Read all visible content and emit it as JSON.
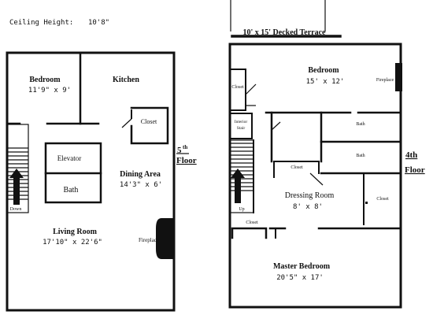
{
  "ceiling": {
    "label": "Ceiling Height:",
    "value": "10'8\""
  },
  "fifth_floor": {
    "floor_label_sup": "th",
    "floor_label_num": "5",
    "floor_label_word": "Floor",
    "rooms": {
      "bedroom": {
        "name": "Bedroom",
        "dims": "11'9\" x 9'"
      },
      "kitchen": {
        "name": "Kitchen"
      },
      "closet": {
        "name": "Closet"
      },
      "elevator": {
        "name": "Elevator"
      },
      "bath": {
        "name": "Bath"
      },
      "dining": {
        "name": "Dining Area",
        "dims": "14'3\" x 6'"
      },
      "living": {
        "name": "Living Room",
        "dims": "17'10\" x 22'6\""
      },
      "fireplace": {
        "name": "Fireplace"
      },
      "stair": {
        "name": "Down"
      }
    }
  },
  "fourth_floor": {
    "floor_label_num": "4th",
    "floor_label_word": "Floor",
    "terrace": "10' x 15' Decked Terrace",
    "rooms": {
      "bedroom": {
        "name": "Bedroom",
        "dims": "15' x 12'"
      },
      "closet_top": {
        "name": "Closet"
      },
      "fireplace": {
        "name": "Fireplace"
      },
      "interior_stair_1": {
        "name": "Interior"
      },
      "interior_stair_2": {
        "name": "Stair"
      },
      "bath_1": {
        "name": "Bath"
      },
      "bath_2": {
        "name": "Bath"
      },
      "closet_mid": {
        "name": "Closet"
      },
      "dressing": {
        "name": "Dressing Room",
        "dims": "8' x 8'"
      },
      "closet_right": {
        "name": "Closet"
      },
      "closet_low": {
        "name": "Closet"
      },
      "master": {
        "name": "Master Bedroom",
        "dims": "20'5\" x 17'"
      },
      "stair": {
        "name": "Up"
      }
    }
  }
}
